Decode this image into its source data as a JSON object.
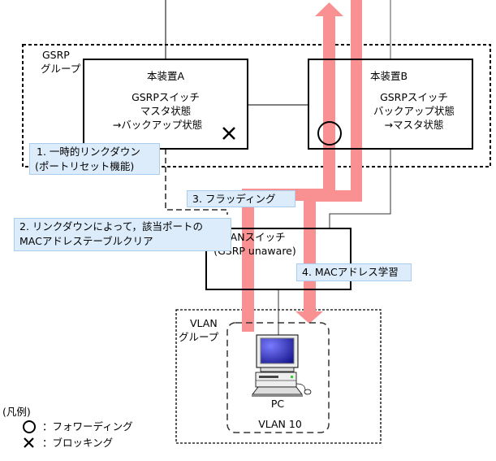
{
  "gsrp_group": {
    "label_line1": "GSRP",
    "label_line2": "グループ"
  },
  "device_a": {
    "title": "本装置A",
    "line1": "GSRPスイッチ",
    "line2": "マスタ状態",
    "line3": "→バックアップ状態",
    "port_state": "blocking"
  },
  "device_b": {
    "title": "本装置B",
    "line1": "GSRPスイッチ",
    "line2": "バックアップ状態",
    "line3": "→マスタ状態",
    "port_state": "forwarding"
  },
  "lan_switch": {
    "line1": "LANスイッチ",
    "line2": "(GSRP unaware)"
  },
  "callouts": [
    {
      "step": "1",
      "line1": "1. 一時的リンクダウン",
      "line2": "(ポートリセット機能)"
    },
    {
      "step": "2",
      "line1": "2. リンクダウンによって，該当ポートの",
      "line2": "MACアドレステーブルクリア"
    },
    {
      "step": "3",
      "line1": "3. フラッディング"
    },
    {
      "step": "4",
      "line1": "4. MACアドレス学習"
    }
  ],
  "vlan_group": {
    "label_line1": "VLAN",
    "label_line2": "グループ"
  },
  "pc": {
    "label": "PC",
    "vlan": "VLAN 10"
  },
  "legend": {
    "title": "(凡例)",
    "items": [
      {
        "symbol": "circle",
        "text": "：フォワーディング"
      },
      {
        "symbol": "cross",
        "text": "：ブロッキング"
      }
    ]
  },
  "colors": {
    "flow_arrow": "#f99091",
    "callout_bg": "#dcecfb",
    "callout_border": "#a9cdee"
  }
}
